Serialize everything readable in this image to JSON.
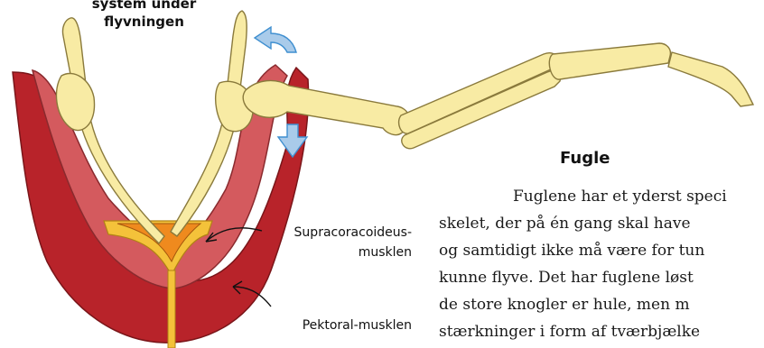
{
  "diagram": {
    "heading_lines": [
      "system under",
      "flyvningen"
    ],
    "muscle_labels": {
      "supracoracoideus": [
        "Supracoracoideus-",
        "musklen"
      ],
      "pektoral": "Pektoral-musklen"
    },
    "colors": {
      "bone": "#f8eba4",
      "bone_outline": "#8a7a3c",
      "pektoral_muscle": "#b8232a",
      "supracoracoideus_muscle": "#d45a5e",
      "sternum": "#f4c23a",
      "keel": "#ef8a1e",
      "arrow": "#a9cbea",
      "arrow_outline": "#3f8fd0"
    }
  },
  "article": {
    "title": "Fugle",
    "lines": [
      "Fuglene har et yderst speci",
      "skelet, der på én gang skal have",
      "og samtidigt ikke må være for tun",
      "kunne flyve. Det har fuglene løst",
      "de store knogler er hule, men m",
      "stærkninger i form af tværbjælke"
    ]
  }
}
